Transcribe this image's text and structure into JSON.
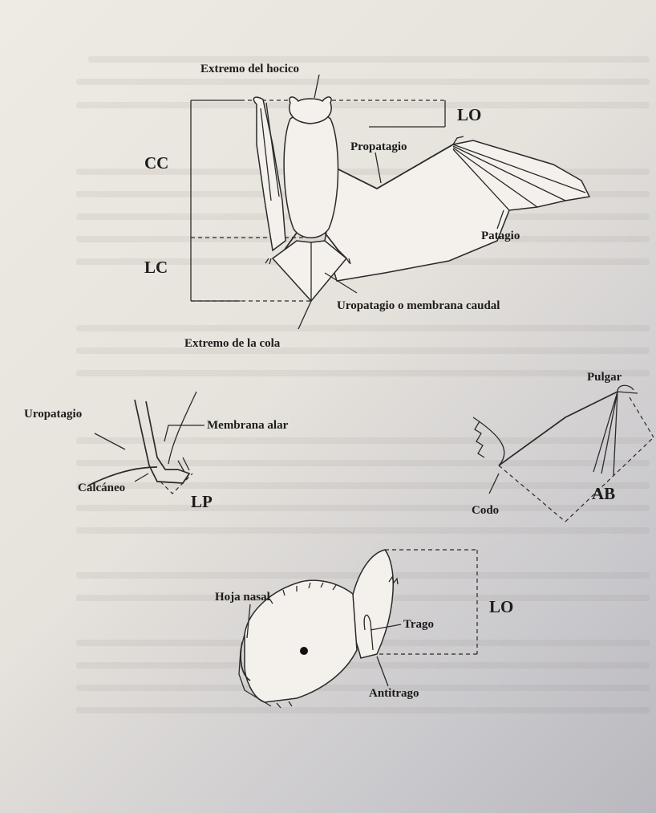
{
  "labels": {
    "snout_tip": "Extremo del hocico",
    "lo_top": "LO",
    "cc": "CC",
    "propatagio": "Propatagio",
    "patagio": "Patagio",
    "lc": "LC",
    "uropatagio_caudal": "Uropatagio o membrana caudal",
    "tail_tip": "Extremo de la cola",
    "uropatagio": "Uropatagio",
    "membrana_alar": "Membrana alar",
    "calcaneo": "Calcáneo",
    "lp": "LP",
    "pulgar": "Pulgar",
    "codo": "Codo",
    "ab": "AB",
    "hoja_nasal": "Hoja nasal",
    "lo_head": "LO",
    "trago": "Trago",
    "antitrago": "Antitrago"
  }
}
